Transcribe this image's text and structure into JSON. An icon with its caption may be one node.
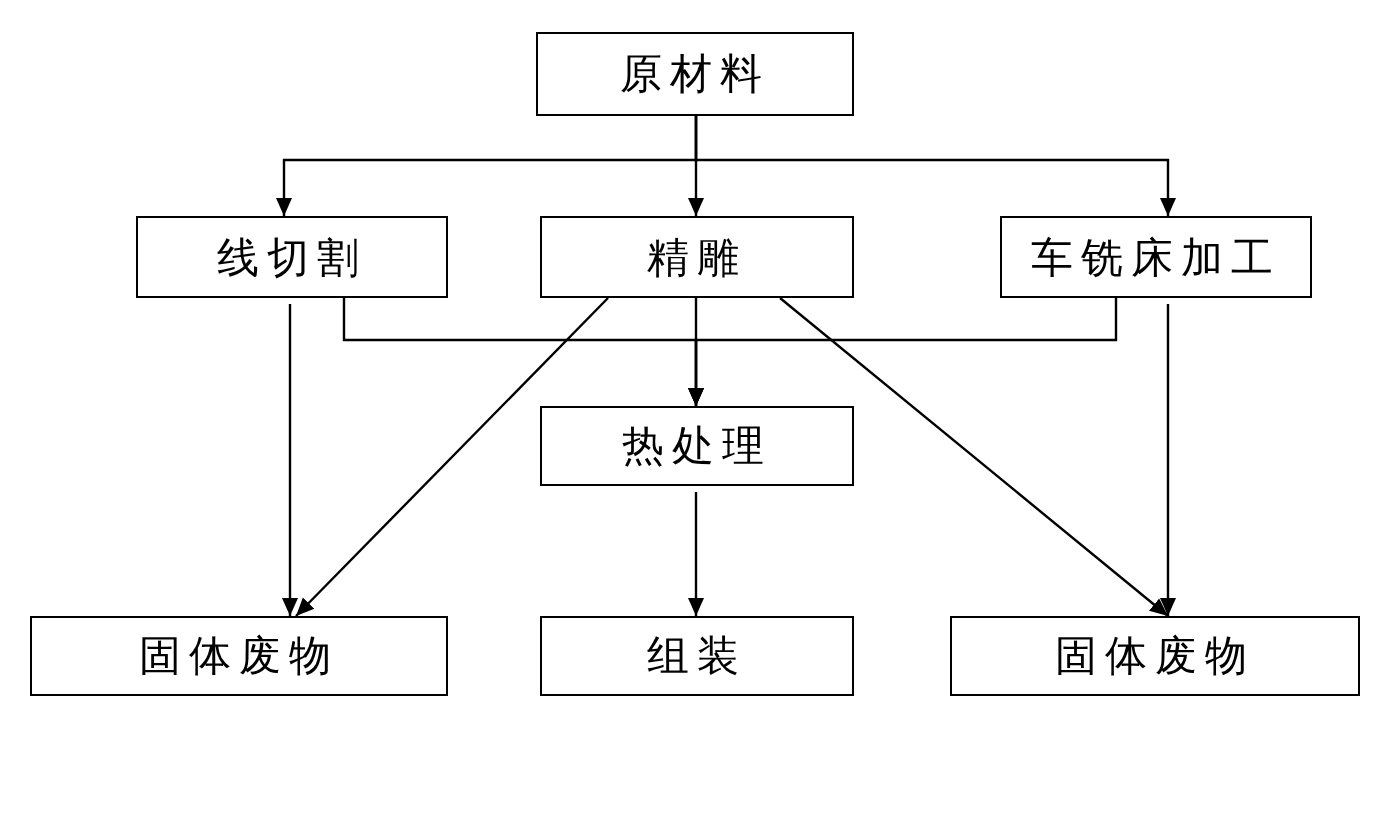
{
  "diagram": {
    "nodes": [
      {
        "text": [
          "原材料"
        ]
      },
      {
        "text": [
          "线切割"
        ]
      },
      {
        "text": [
          "精雕"
        ]
      },
      {
        "text": [
          "车铣床加工"
        ]
      },
      {
        "text": [
          "热处理"
        ]
      },
      {
        "text": [
          "固体废物"
        ]
      },
      {
        "text": [
          "组装"
        ]
      },
      {
        "text": [
          "固体废物"
        ]
      }
    ],
    "edges": [
      {
        "from": 0,
        "to": 1,
        "arrow": "to"
      },
      {
        "from": 0,
        "to": 2,
        "arrow": "to"
      },
      {
        "from": 0,
        "to": 3,
        "arrow": "to"
      },
      {
        "from": 1,
        "to": 4,
        "arrow": "to"
      },
      {
        "from": 2,
        "to": 4,
        "arrow": "to"
      },
      {
        "from": 3,
        "to": 4,
        "arrow": "to"
      },
      {
        "from": 1,
        "to": 5,
        "arrow": "to"
      },
      {
        "from": 2,
        "to": 5,
        "arrow": "to"
      },
      {
        "from": 2,
        "to": 7,
        "arrow": "to"
      },
      {
        "from": 3,
        "to": 7,
        "arrow": "to"
      },
      {
        "from": 4,
        "to": 6,
        "arrow": "to"
      }
    ]
  }
}
